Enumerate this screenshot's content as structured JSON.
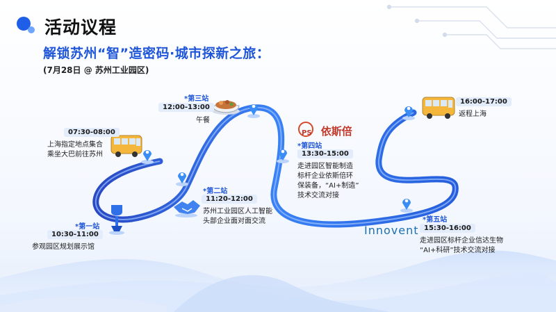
{
  "header": {
    "title": "活动议程",
    "subtitle": "解锁苏州“智”造密码·城市探新之旅：",
    "date_line": "(7月28日 @ 苏州工业园区)"
  },
  "stops": [
    {
      "label": "*第一站",
      "time": "10:30-11:00",
      "desc": "参观园区规划展示馆",
      "icon": "trophy-icon"
    },
    {
      "label": "*第二站",
      "time": "11:20-12:00",
      "desc": "苏州工业园区人工智能\n头部企业面对面交流",
      "icon": "handshake-icon"
    },
    {
      "label": "*第三站",
      "time": "12:00-13:00",
      "desc": "午餐",
      "icon": "food-bowl-icon"
    },
    {
      "label": "*第四站",
      "time": "13:30-15:00",
      "desc": "走进园区智能制造\n标杆企业依斯倍环\n保装备，“AI+制造”\n技术交流对接",
      "icon": "ps-logo"
    },
    {
      "label": "*第五站",
      "time": "15:30-16:00",
      "desc": "走进园区标杆企业信达生物\n“AI+科研”技术交流对接",
      "icon": "innovent-logo"
    }
  ],
  "start": {
    "time": "07:30-08:00",
    "desc": "上海指定地点集合\n乘坐大巴前往苏州",
    "icon": "bus-icon"
  },
  "end": {
    "time": "16:00-17:00",
    "desc": "返程上海",
    "icon": "bus-icon"
  },
  "brands": {
    "ps": "依斯倍",
    "ps_mark": "PS",
    "innovent": "Innovent"
  },
  "colors": {
    "accent": "#1f56d8",
    "route": "#2a6df0",
    "pin": "#3a8df5"
  }
}
